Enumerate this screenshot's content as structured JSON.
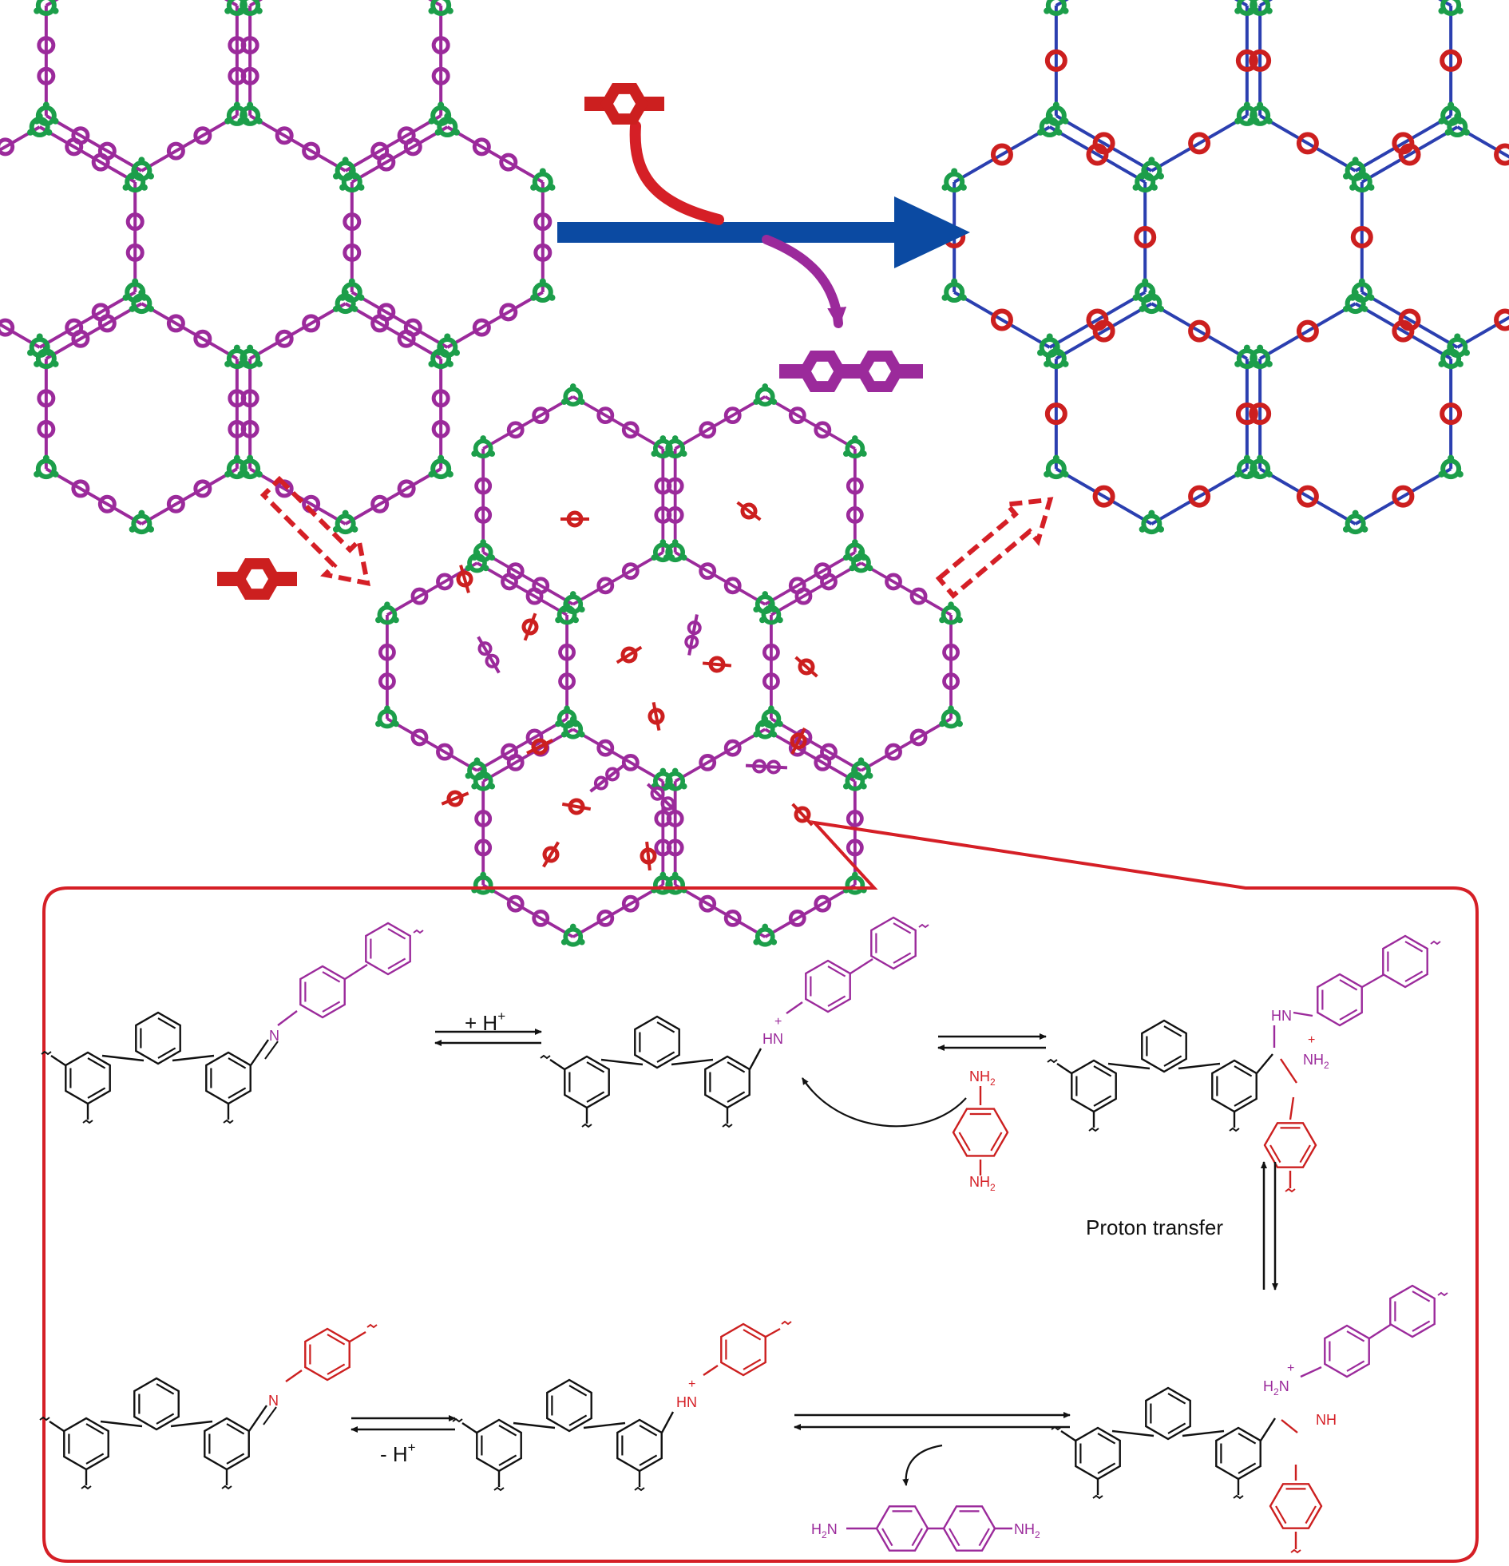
{
  "colors": {
    "node": "#1c9e4a",
    "long_linker": "#9b2a9b",
    "short_linker": "#cc1f1f",
    "main_arrow": "#0b4aa2",
    "frame": "#d51f26",
    "ink": "#111111",
    "bond_blue": "#2b3fb0"
  },
  "icons": {
    "reactant_top": "benzene-diamine-icon",
    "product_top": "biphenyl-diamine-icon",
    "reactant_left": "benzene-diamine-icon"
  },
  "mechanism": {
    "protonation_label": "+ H",
    "protonation_sup": "+",
    "deprotonation_label": "- H",
    "deprotonation_sup": "+",
    "proton_transfer_label": "Proton transfer",
    "nh2": "NH",
    "nh2_sub": "2",
    "h2n": "H",
    "h2n_sub": "2",
    "h2n_n": "N",
    "hn": "HN",
    "nh": "NH",
    "n": "N",
    "plus": "+",
    "byproduct_left": "H",
    "byproduct_left_sub": "2",
    "byproduct_left_n": "N",
    "byproduct_right": "NH",
    "byproduct_right_sub": "2"
  }
}
